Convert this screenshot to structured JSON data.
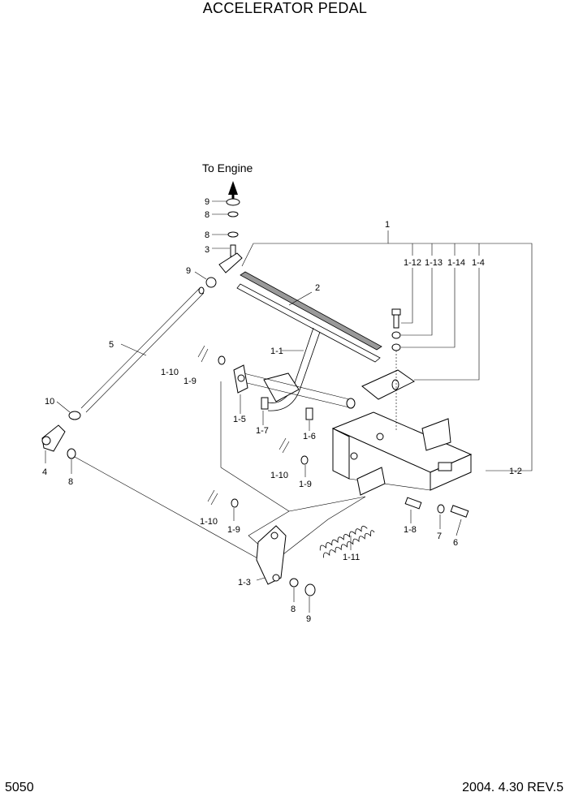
{
  "title": "ACCELERATOR PEDAL",
  "page_number": "5050",
  "revision": "2004. 4.30 REV.5",
  "annotation": "To Engine",
  "callouts": [
    "1",
    "1-12",
    "1-13",
    "1-14",
    "1-4",
    "2",
    "9",
    "8",
    "8",
    "3",
    "9",
    "5",
    "1-1",
    "1-10",
    "1-9",
    "1-5",
    "1-7",
    "1-6",
    "10",
    "4",
    "8",
    "1-10",
    "1-9",
    "1-10",
    "1-9",
    "1-8",
    "7",
    "6",
    "1-2",
    "1-11",
    "1-3",
    "8",
    "9"
  ]
}
